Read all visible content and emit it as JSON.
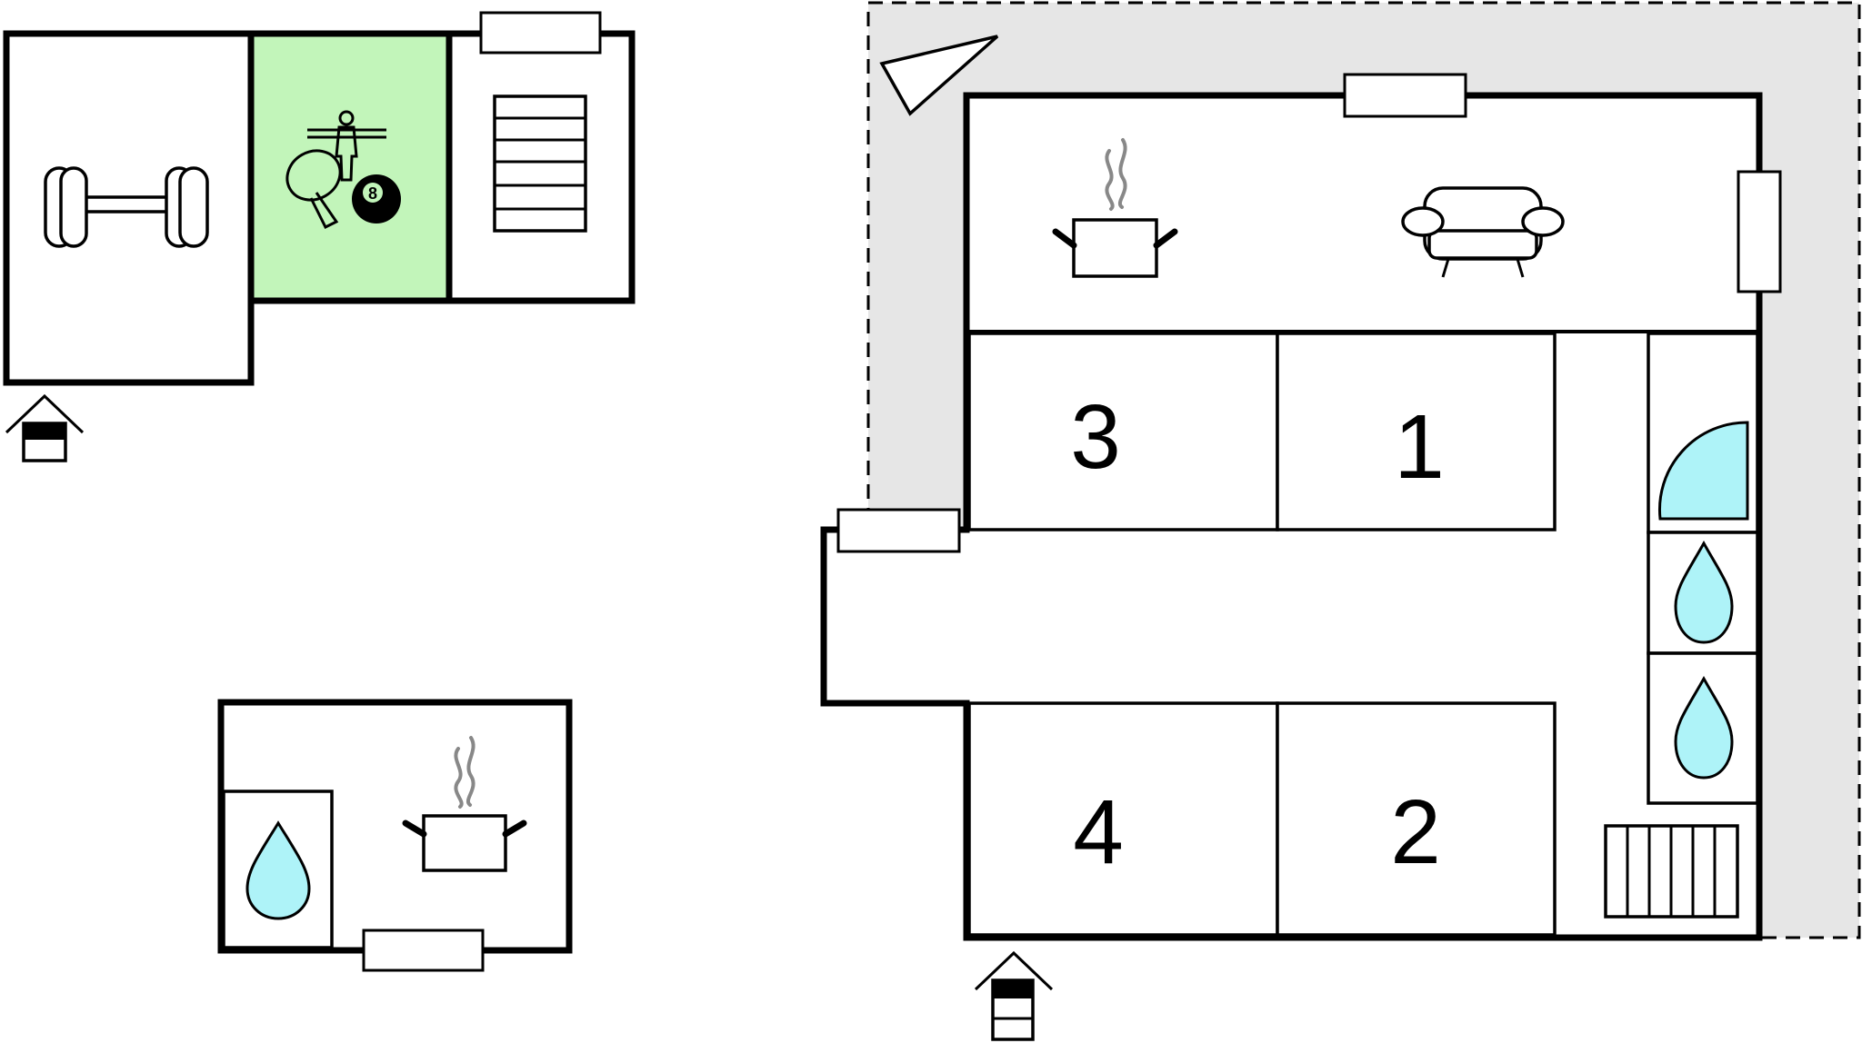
{
  "colors": {
    "wall": "#000000",
    "terrace": "#e6e6e6",
    "games_room": "#c2f5ba",
    "water": "#aef3f8",
    "steam": "#888888"
  },
  "bedrooms": [
    {
      "number": "3"
    },
    {
      "number": "1"
    },
    {
      "number": "4"
    },
    {
      "number": "2"
    }
  ],
  "billiard_ball": "8",
  "icons": [
    "dumbbell-icon",
    "ping-pong-paddle-icon",
    "table-football-player-icon",
    "billiard-ball-icon",
    "stairs-icon",
    "entrance-icon",
    "cooking-pot-icon",
    "sofa-icon",
    "shower-icon",
    "water-drop-icon",
    "radiator-icon",
    "compass-arrow-icon"
  ]
}
